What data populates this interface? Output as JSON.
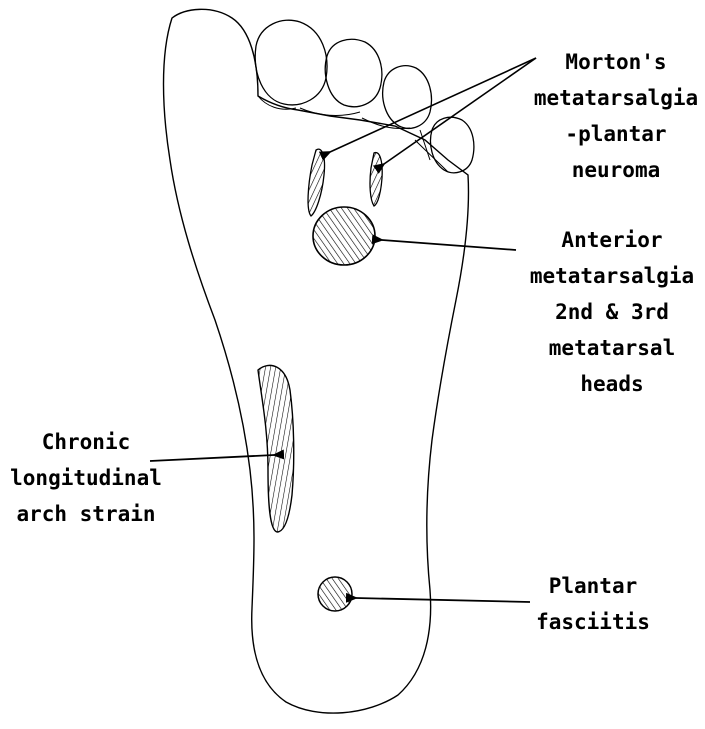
{
  "labels": {
    "morton": [
      "Morton's",
      "metatarsalgia",
      "-plantar",
      "neuroma"
    ],
    "anterior": [
      "Anterior",
      "metatarsalgia",
      "2nd & 3rd",
      "metatarsal",
      "heads"
    ],
    "chronic": [
      "Chronic",
      "longitudinal",
      "arch strain"
    ],
    "plantar": [
      "Plantar",
      "fasciitis"
    ]
  },
  "colors": {
    "ink": "#000000",
    "paper": "#ffffff"
  }
}
